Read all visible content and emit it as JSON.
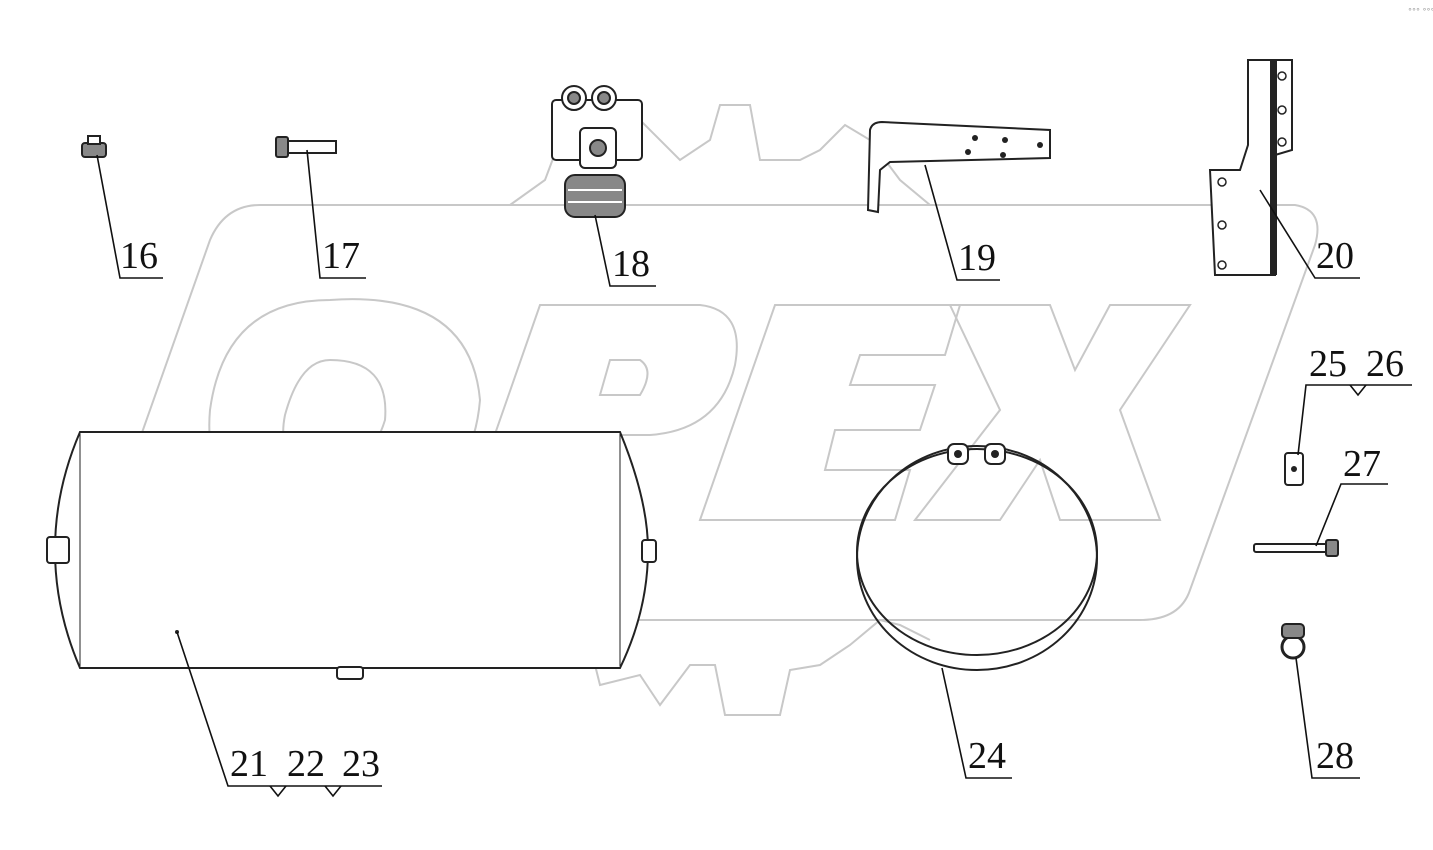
{
  "watermark": {
    "text": "OPEX"
  },
  "corner_mark": "°°° °°°",
  "callouts": {
    "c16": "16",
    "c17": "17",
    "c18": "18",
    "c19": "19",
    "c20": "20",
    "c21": "21",
    "c22": "22",
    "c23": "23",
    "c24": "24",
    "c25": "25",
    "c26": "26",
    "c27": "27",
    "c28": "28"
  },
  "colors": {
    "line": "#111111",
    "watermark": "#c8c8c8"
  }
}
